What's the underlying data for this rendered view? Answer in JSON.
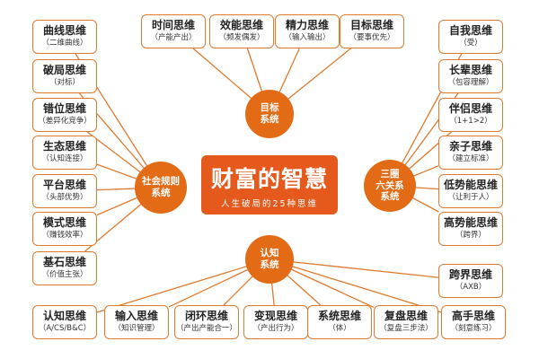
{
  "center": {
    "title": "财富的智慧",
    "subtitle": "人生破局的25种思维"
  },
  "hubs": {
    "top": {
      "line1": "目标",
      "line2": "系统"
    },
    "left": {
      "line1": "社会规则",
      "line2": "系统"
    },
    "right": {
      "line1": "三圈",
      "line2": "六关系",
      "line3": "系统"
    },
    "bottom": {
      "line1": "认知",
      "line2": "系统"
    }
  },
  "left_column": [
    {
      "title": "曲线思维",
      "sub": "（二维曲线）"
    },
    {
      "title": "破局思维",
      "sub": "（对标）"
    },
    {
      "title": "错位思维",
      "sub": "（差异化竞争）"
    },
    {
      "title": "生态思维",
      "sub": "（认知连接）"
    },
    {
      "title": "平台思维",
      "sub": "（头部优势）"
    },
    {
      "title": "模式思维",
      "sub": "（赚钱效率）"
    },
    {
      "title": "基石思维",
      "sub": "（价值主张）"
    }
  ],
  "top_row": [
    {
      "title": "时间思维",
      "sub": "（产能产出）"
    },
    {
      "title": "效能思维",
      "sub": "（频发偶发）"
    },
    {
      "title": "精力思维",
      "sub": "（输入输出）"
    },
    {
      "title": "目标思维",
      "sub": "（要事优先）"
    }
  ],
  "right_column": [
    {
      "title": "自我思维",
      "sub": "（受）"
    },
    {
      "title": "长辈思维",
      "sub": "（包容理解）"
    },
    {
      "title": "伴侣思维",
      "sub": "（1+1>2）"
    },
    {
      "title": "亲子思维",
      "sub": "（建立标准）"
    },
    {
      "title": "低势能思维",
      "sub": "（让利于人）"
    },
    {
      "title": "高势能思维",
      "sub": "（跨界）"
    }
  ],
  "bottom_row": [
    {
      "title": "认知思维",
      "sub": "（A/CS/B&C）"
    },
    {
      "title": "输入思维",
      "sub": "（知识管理）"
    },
    {
      "title": "闭环思维",
      "sub": "（产出产能合一）"
    },
    {
      "title": "变现思维",
      "sub": "（产出行为）"
    },
    {
      "title": "系统思维",
      "sub": "（体）"
    },
    {
      "title": "复盘思维",
      "sub": "（复盘三步法）"
    },
    {
      "title": "高手思维",
      "sub": "（刻意练习）"
    }
  ],
  "extra": {
    "title": "跨界思维",
    "sub": "（AXB）"
  },
  "colors": {
    "accent": "#e36b16",
    "center": "#e5591c",
    "line": "#e07a2e"
  }
}
